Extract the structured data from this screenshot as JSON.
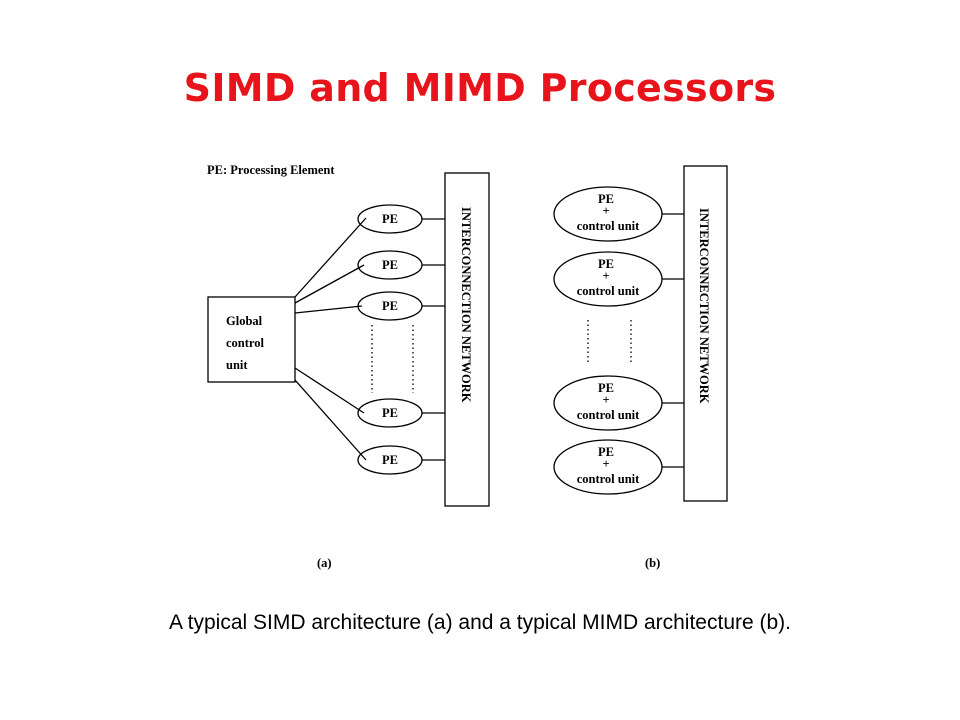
{
  "slide": {
    "title": "SIMD and MIMD Processors",
    "caption": "A typical SIMD architecture (a) and a typical MIMD architecture (b)."
  },
  "diagram_a": {
    "legend": "PE: Processing Element",
    "global_unit_lines": [
      "Global",
      "control",
      "unit"
    ],
    "pe_label": "PE",
    "network_label": "INTERCONNECTION NETWORK",
    "panel_label": "(a)"
  },
  "diagram_b": {
    "pe_label": "PE",
    "plus_label": "+",
    "control_label": "control unit",
    "network_label": "INTERCONNECTION NETWORK",
    "panel_label": "(b)"
  },
  "colors": {
    "title": "#e8141c",
    "lines": "#000000",
    "background": "#ffffff"
  }
}
